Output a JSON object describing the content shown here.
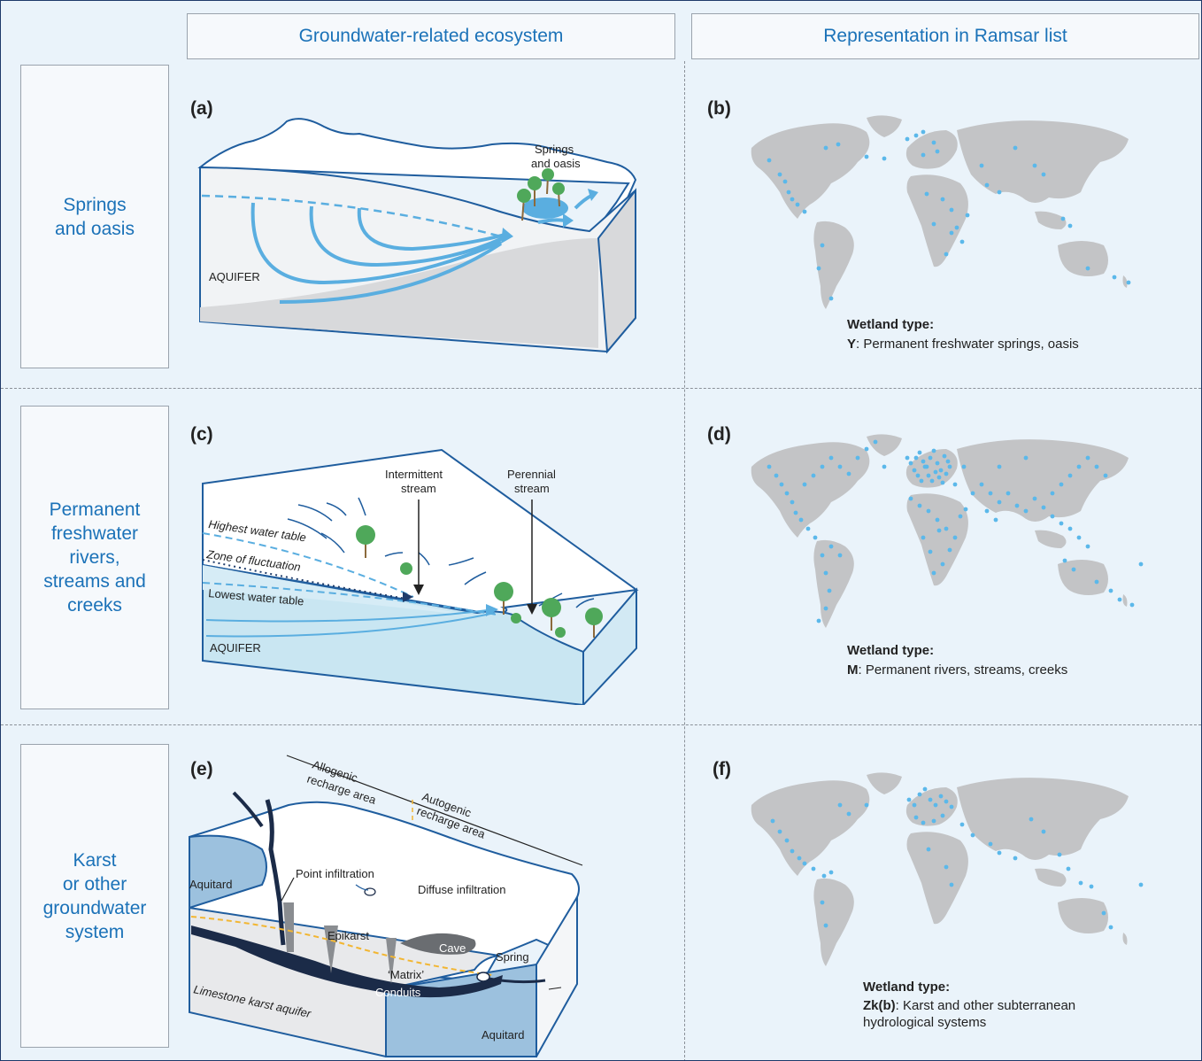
{
  "headers": {
    "left": "Groundwater-related ecosystem",
    "right": "Representation in Ramsar list"
  },
  "rows": [
    {
      "label": "Springs and oasis",
      "label_lines": [
        "Springs",
        "and oasis"
      ],
      "diagram_label": "(a)",
      "map_label": "(b)",
      "diagram": {
        "aquifer": "AQUIFER",
        "feature": [
          "Springs",
          "and oasis"
        ]
      },
      "wetland_title": "Wetland type:",
      "wetland_code": "Y",
      "wetland_text": ": Permanent freshwater springs, oasis"
    },
    {
      "label": "Permanent freshwater rivers, streams and creeks",
      "label_lines": [
        "Permanent",
        "freshwater",
        "rivers,",
        "streams and",
        "creeks"
      ],
      "diagram_label": "(c)",
      "map_label": "(d)",
      "diagram": {
        "aquifer": "AQUIFER",
        "intermittent": [
          "Intermittent",
          "stream"
        ],
        "perennial": [
          "Perennial",
          "stream"
        ],
        "highest": "Highest water table",
        "fluctuation": "Zone of fluctuation",
        "lowest": "Lowest water table"
      },
      "wetland_title": "Wetland type:",
      "wetland_code": "M",
      "wetland_text": ": Permanent rivers, streams, creeks"
    },
    {
      "label": "Karst or other groundwater system",
      "label_lines": [
        "Karst",
        "or other",
        "groundwater",
        "system"
      ],
      "diagram_label": "(e)",
      "map_label": "(f)",
      "diagram": {
        "allogenic": [
          "Allogenic",
          "recharge area"
        ],
        "autogenic": [
          "Autogenic",
          "recharge area"
        ],
        "aquitard": "Aquitard",
        "point": "Point infiltration",
        "diffuse": "Diffuse infiltration",
        "epikarst": "Epikarst",
        "cave": "Cave",
        "spring": "Spring",
        "matrix": "‘Matrix’",
        "conduits": "Conduits",
        "limestone": "Limestone karst aquifer"
      },
      "wetland_title": "Wetland type:",
      "wetland_code": "Zk(b)",
      "wetland_text": ": Karst and other subterranean hydrological systems"
    }
  ],
  "colors": {
    "accent": "#1b72b8",
    "water": "#5aaee0",
    "land": "#c3c4c6",
    "dot": "#5bb8ea",
    "background": "#eaf3fa",
    "conduit": "#1b2b48",
    "outline": "#1f5d9e"
  }
}
